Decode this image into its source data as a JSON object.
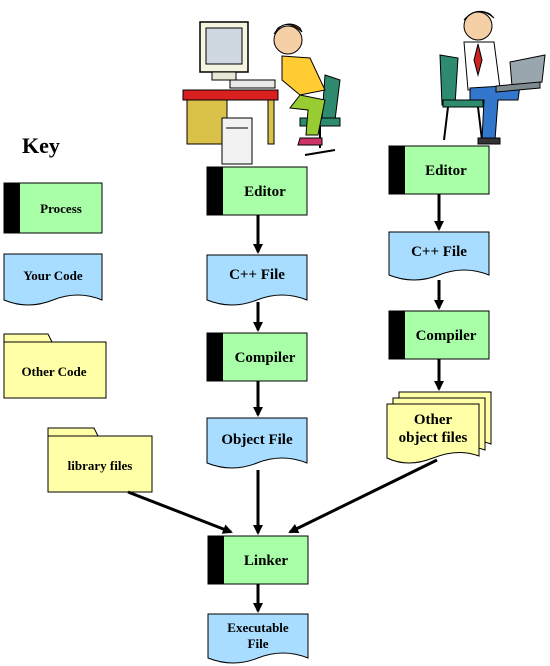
{
  "key": {
    "title": "Key",
    "process": "Process",
    "your_code": "Your Code",
    "other_code": "Other Code"
  },
  "left_flow": {
    "editor": "Editor",
    "cpp_file": "C++ File",
    "compiler": "Compiler",
    "object_file": "Object File"
  },
  "right_flow": {
    "editor": "Editor",
    "cpp_file": "C++ File",
    "compiler": "Compiler",
    "other_objects_line1": "Other",
    "other_objects_line2": "object files"
  },
  "library": "library files",
  "linker": "Linker",
  "executable_line1": "Executable",
  "executable_line2": "File",
  "colors": {
    "process": "#a8ffa8",
    "your_code": "#a8ddff",
    "other_code": "#ffffa8",
    "bar": "#000000"
  },
  "icons": [
    "programmer-at-desktop-icon",
    "programmer-with-laptop-icon"
  ]
}
